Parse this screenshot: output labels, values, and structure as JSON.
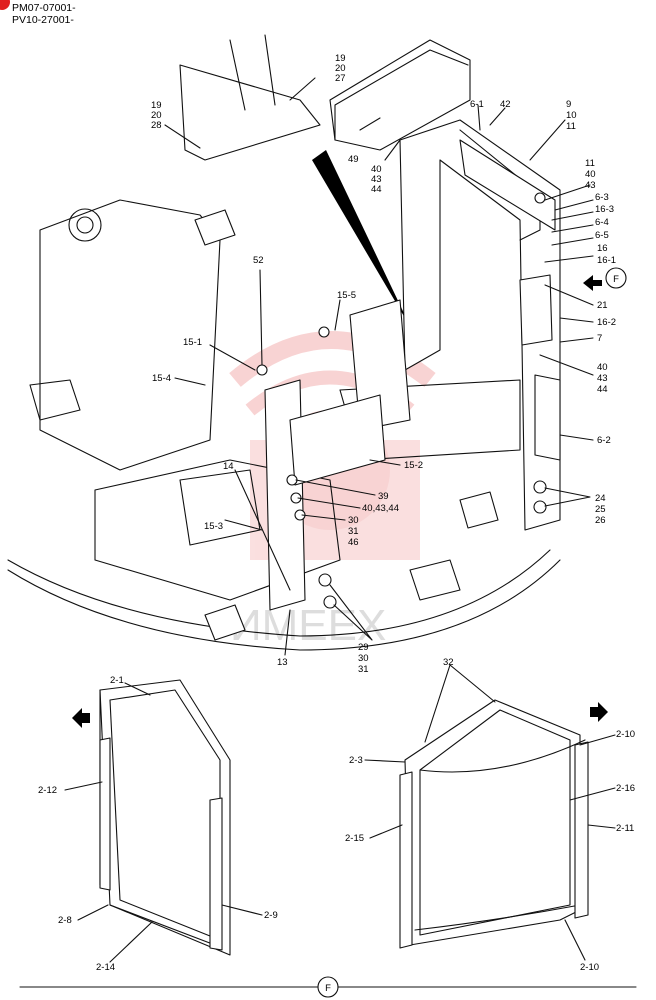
{
  "header": {
    "line1": "PM07-07001-",
    "line2": "PV10-27001-"
  },
  "watermark": "ИМЕЕХ",
  "view_marker": "F",
  "colors": {
    "line": "#111111",
    "watermark": "#f0a0a0",
    "badge": "#e02020"
  },
  "callouts": {
    "top": [
      "19",
      "20",
      "27",
      "19",
      "20",
      "28",
      "49",
      "40",
      "43",
      "44",
      "6-1",
      "42",
      "9",
      "10",
      "11",
      "11",
      "40",
      "43",
      "6-3",
      "16-3",
      "6-4",
      "6-5",
      "16",
      "16-1",
      "21",
      "16-2",
      "7",
      "40",
      "43",
      "44",
      "6-2",
      "24",
      "25",
      "26"
    ],
    "middle": [
      "52",
      "15-5",
      "15-1",
      "15-4",
      "14",
      "15-2",
      "39",
      "40,43,44",
      "15-3",
      "30",
      "31",
      "46",
      "13",
      "29",
      "30",
      "31"
    ],
    "bottom_left": [
      "2-1",
      "2-12",
      "2-8",
      "2-9",
      "2-14"
    ],
    "bottom_right": [
      "32",
      "2-3",
      "2-10",
      "2-16",
      "2-15",
      "2-11",
      "2-10"
    ]
  }
}
